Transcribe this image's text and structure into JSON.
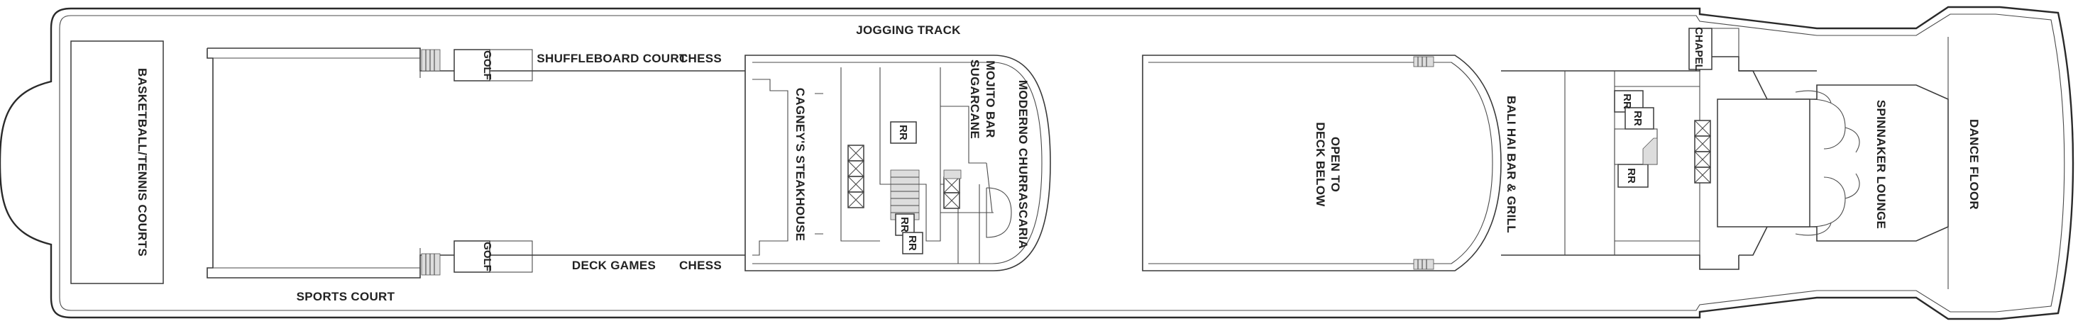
{
  "deck_plan": {
    "labels": {
      "jogging_track": "JOGGING TRACK",
      "basketball": "BASKETBALL/TENNIS COURTS",
      "golf": "GOLF",
      "shuffleboard": "SHUFFLEBOARD COURT",
      "chess": "CHESS",
      "sports_court": "SPORTS COURT",
      "deck_games": "DECK GAMES",
      "cagneys": "CAGNEY'S STEAKHOUSE",
      "sugarcane": "SUGARCANE",
      "mojito_bar": "MOJITO BAR",
      "moderno": "MODERNO CHURRASCARIA",
      "restroom": "RR",
      "open_to": "OPEN TO",
      "deck_below": "DECK BELOW",
      "bali_hai": "BALI HAI BAR & GRILL",
      "chapel": "CHAPEL",
      "spinnaker": "SPINNAKER LOUNGE",
      "dance_floor": "DANCE FLOOR"
    }
  }
}
